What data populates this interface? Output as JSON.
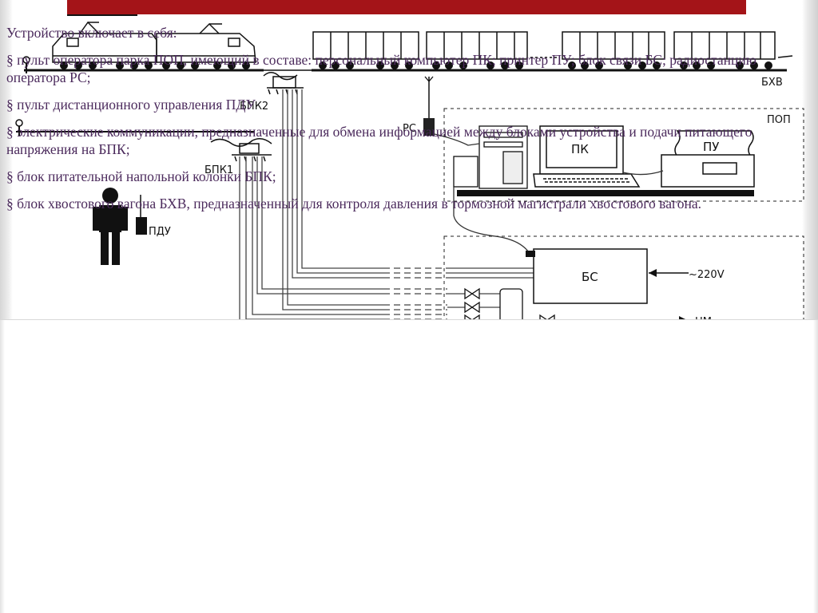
{
  "diagram": {
    "labels": {
      "bkhv": "БХВ",
      "bpk2": "БПК2",
      "bpk1": "БПК1",
      "rs": "РС",
      "pop": "ПОП",
      "pk": "ПК",
      "pu": "ПУ",
      "pdu": "ПДУ",
      "bs": "БС",
      "power": "~220V",
      "nm": "НМ"
    }
  },
  "description": {
    "intro": "Устройство включает в себя:",
    "items": [
      "§  пульт оператора парка ПОП, имеющий в составе: персональный компьютер ПК; принтер ПУ; блок связи БС; радиостанцию оператора РС;",
      "§  пульт дистанционного управления ПДУ",
      "§  электрические коммуникации, предназначенные для обмена информацией между блоками устройства и подачи питающего напряжения на БПК;",
      "§  блок питательной напольной колонки БПК;",
      "§  блок хвостового вагона БХВ, предназначенный для контроля давления в тормозной магистрали хвостового вагона."
    ]
  },
  "colors": {
    "accent_bar": "#a41418",
    "text": "#4b2a5c"
  }
}
